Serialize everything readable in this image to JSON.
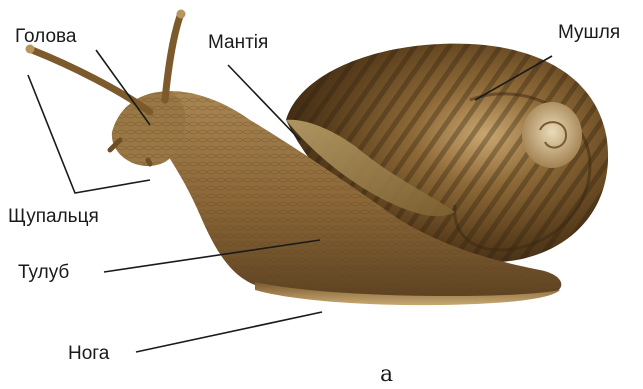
{
  "labels": {
    "head": "Голова",
    "mantle": "Мантія",
    "shell": "Мушля",
    "tentacles": "Щупальця",
    "body": "Тулуб",
    "foot": "Нога"
  },
  "caption": "а",
  "colors": {
    "background": "#ffffff",
    "text": "#1a1a1a",
    "leader_line": "#1a1a1a",
    "snail_body": "#8a6a3a",
    "snail_shell": "#5a4020"
  }
}
